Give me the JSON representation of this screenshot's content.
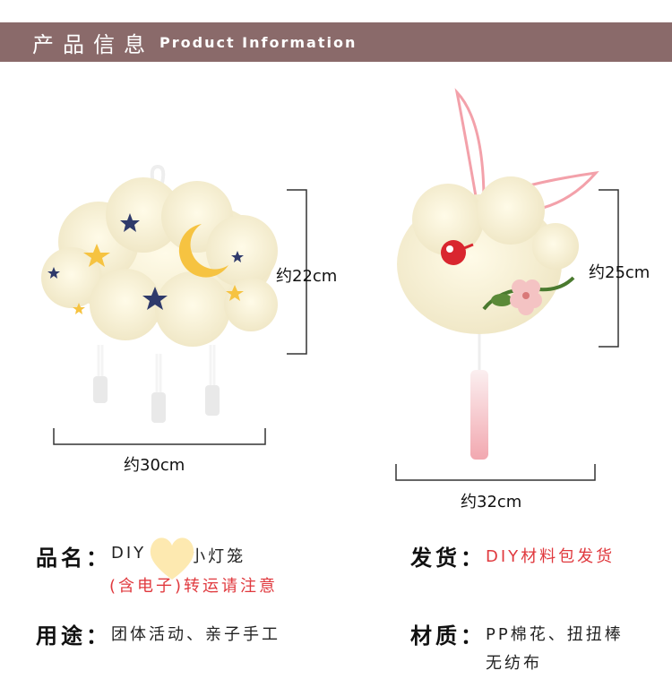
{
  "header": {
    "title_cn": "产品信息",
    "title_en": "Product Information"
  },
  "left_figure": {
    "height_label": "约22cm",
    "width_label": "约30cm"
  },
  "right_figure": {
    "height_label": "约25cm",
    "width_label": "约32cm"
  },
  "info": {
    "name_label": "品名：",
    "name_value_prefix": "DIY",
    "name_value_suffix": "小灯笼",
    "name_note": "(含电子)转运请注意",
    "ship_label": "发货：",
    "ship_value": "DIY材料包发货",
    "use_label": "用途：",
    "use_value": "团体活动、亲子手工",
    "material_label": "材质：",
    "material_value_line1": "PP棉花、扭扭棒",
    "material_value_line2": "无纺布"
  },
  "colors": {
    "banner": "#8a6a6a",
    "accent_red": "#e0393e",
    "cotton": "#f7f2dc"
  }
}
